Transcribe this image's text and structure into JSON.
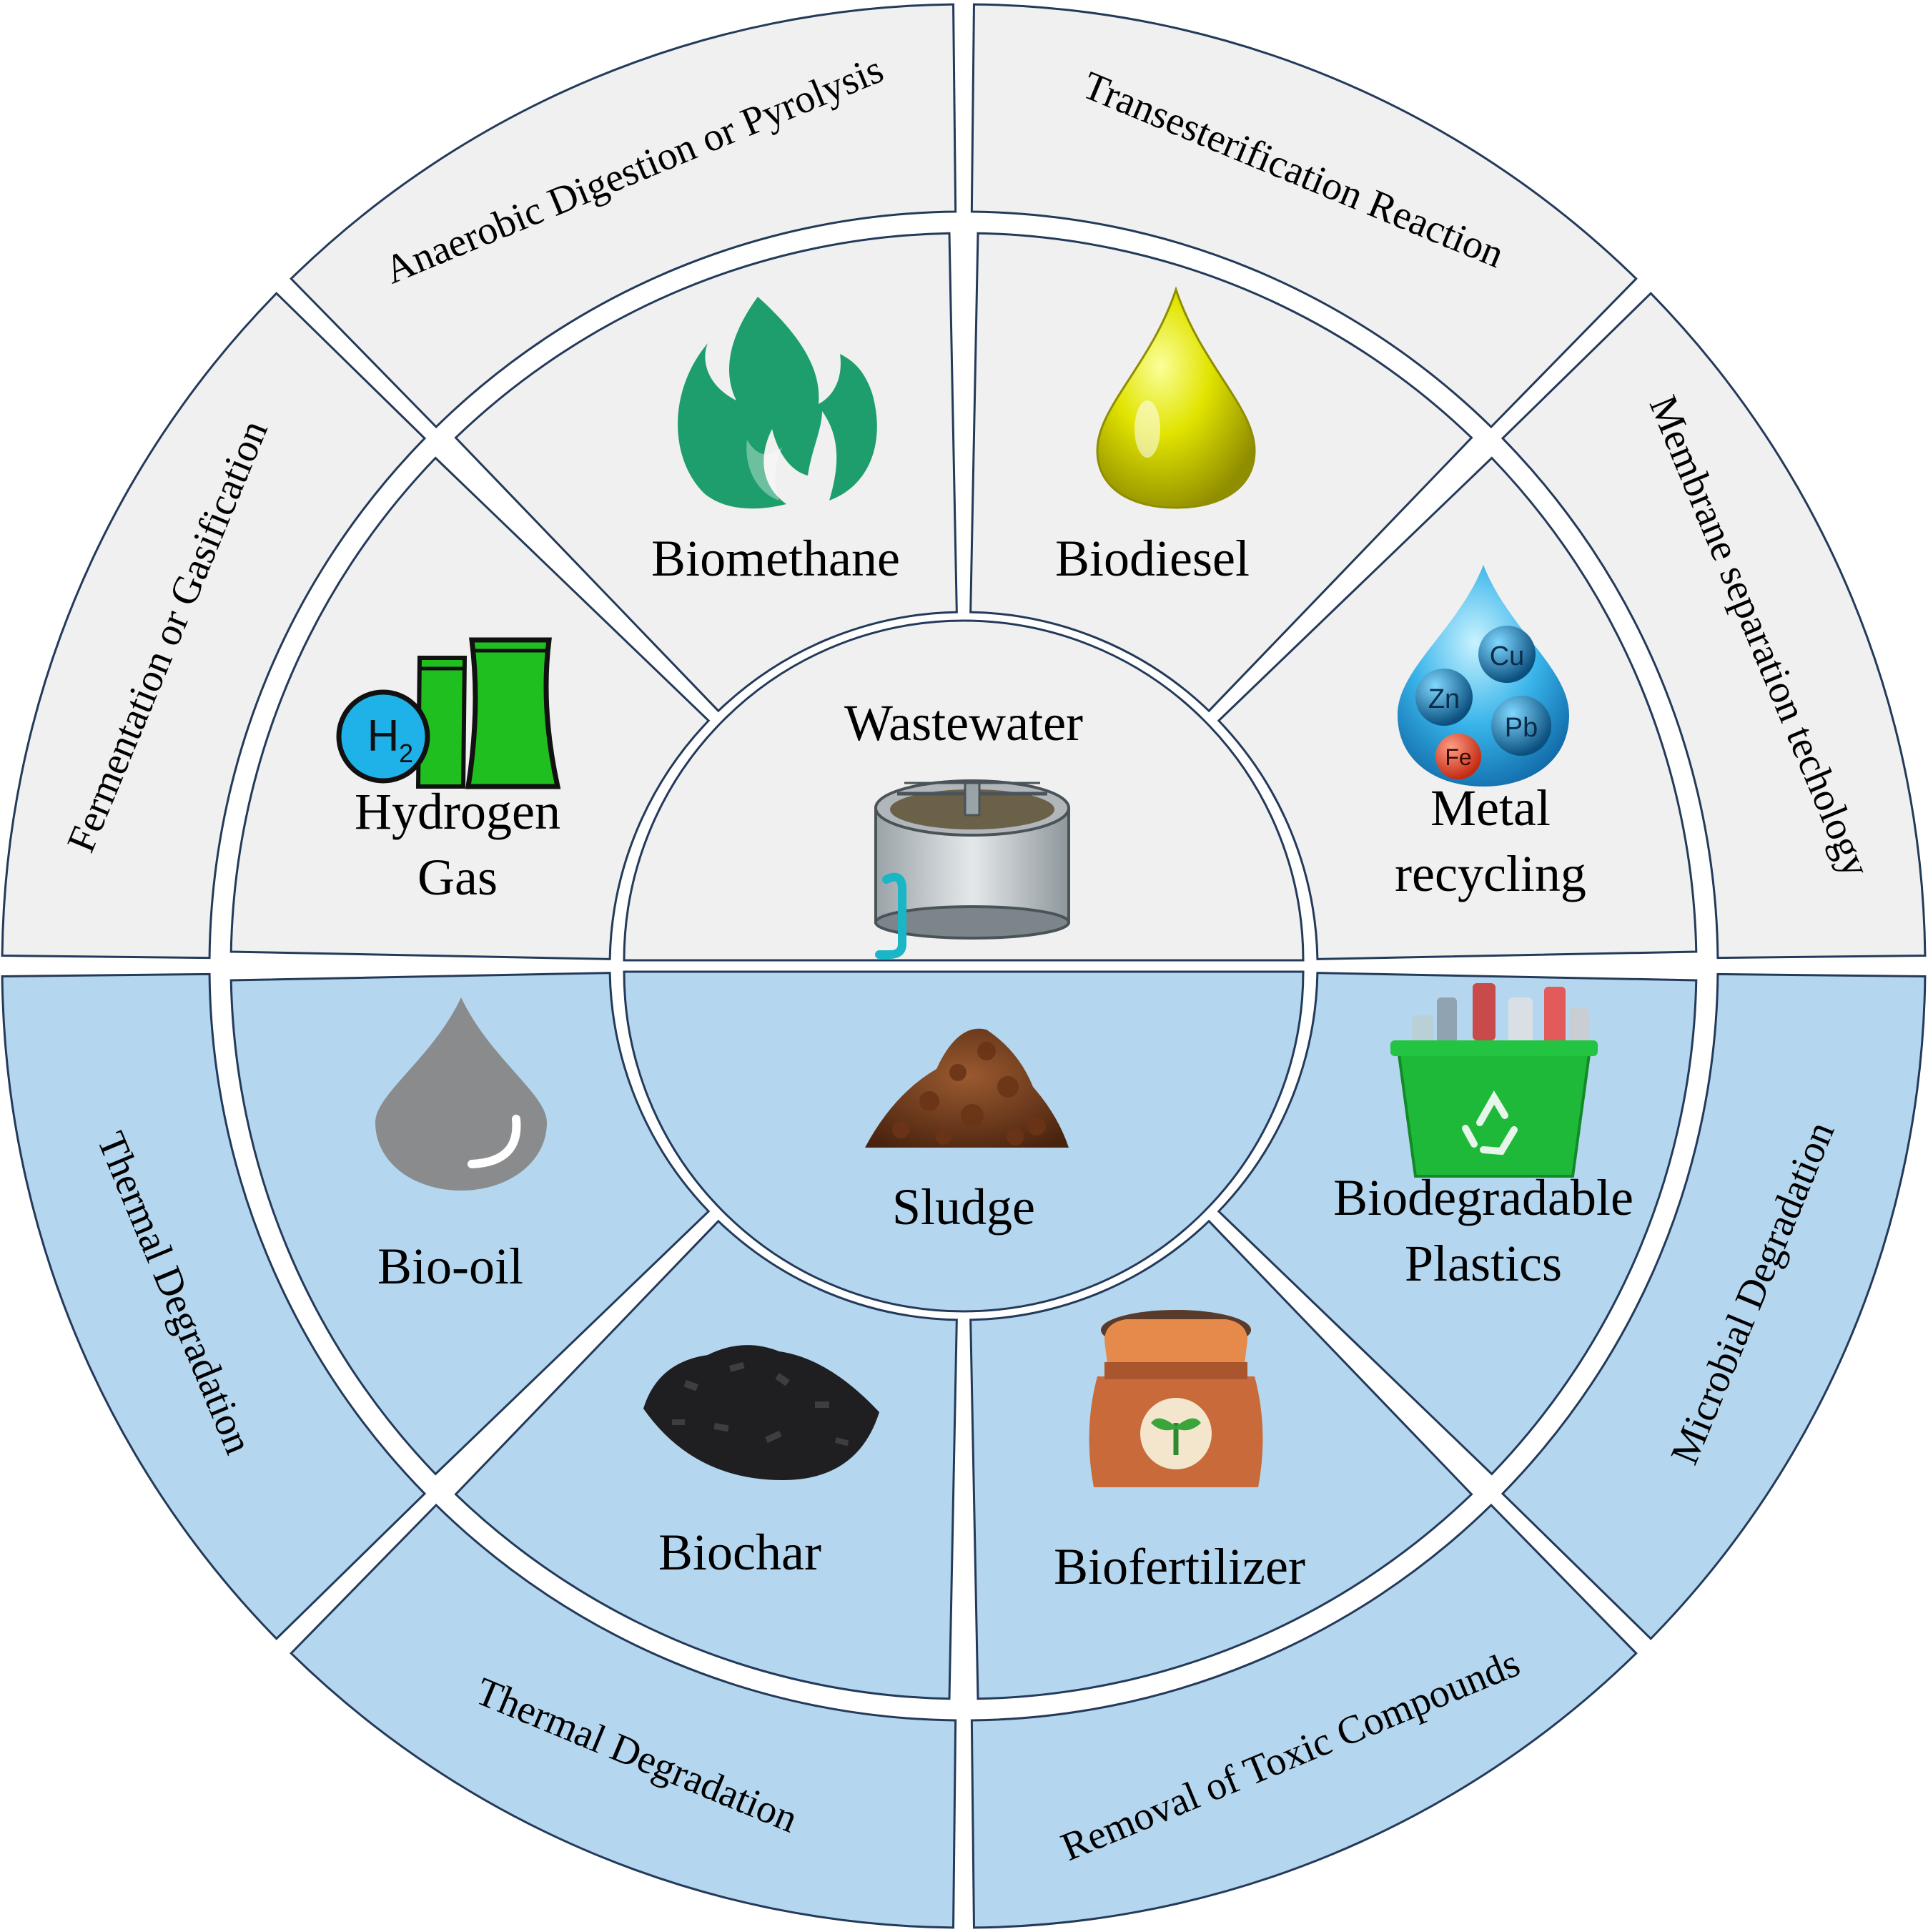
{
  "colors": {
    "top_fill": "#f0f0f0",
    "bottom_fill": "#b4d6ee",
    "stroke": "#243a5a",
    "gap": "#ffffff"
  },
  "center": {
    "top_label": "Wastewater",
    "top_icon": "clarifier-tank-icon",
    "bottom_label": "Sludge",
    "bottom_icon": "sludge-pile-icon"
  },
  "inner_ring": [
    {
      "lines": [
        "Hydrogen",
        "Gas"
      ],
      "icon": "hydrogen-plant-icon"
    },
    {
      "lines": [
        "Biomethane"
      ],
      "icon": "flame-icon"
    },
    {
      "lines": [
        "Biodiesel"
      ],
      "icon": "oil-drop-icon"
    },
    {
      "lines": [
        "Metal",
        "recycling"
      ],
      "icon": "metal-ions-drop-icon"
    },
    {
      "lines": [
        "Biodegradable",
        "Plastics"
      ],
      "icon": "plastic-recycling-bin-icon"
    },
    {
      "lines": [
        "Biofertilizer"
      ],
      "icon": "fertilizer-sack-icon"
    },
    {
      "lines": [
        "Biochar"
      ],
      "icon": "biochar-pile-icon"
    },
    {
      "lines": [
        "Bio-oil"
      ],
      "icon": "bio-oil-drop-icon"
    }
  ],
  "outer_ring": [
    {
      "label": "Fermentation or Gasification"
    },
    {
      "label": "Anaerobic Digestion or Pyrolysis"
    },
    {
      "label": "Transesterification Reaction"
    },
    {
      "label": "Membrane separation techology"
    },
    {
      "label": "Microbial Degradation"
    },
    {
      "label": "Removal of Toxic Compounds"
    },
    {
      "label": "Thermal Degradation"
    },
    {
      "label": "Thermal Degradation"
    }
  ]
}
